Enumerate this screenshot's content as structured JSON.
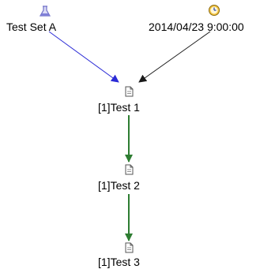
{
  "nodes": {
    "test_set": {
      "label": "Test Set A",
      "icon": "flask-icon"
    },
    "schedule": {
      "label": "2014/04/23 9:00:00",
      "icon": "clock-icon"
    },
    "test1": {
      "label": "[1]Test 1",
      "icon": "document-icon"
    },
    "test2": {
      "label": "[1]Test 2",
      "icon": "document-icon"
    },
    "test3": {
      "label": "[1]Test 3",
      "icon": "document-icon"
    }
  },
  "edges": [
    {
      "from": "test_set",
      "to": "test1",
      "color": "#2b2bd6"
    },
    {
      "from": "schedule",
      "to": "test1",
      "color": "#1a1a1a"
    },
    {
      "from": "test1",
      "to": "test2",
      "color": "#2e7d32"
    },
    {
      "from": "test2",
      "to": "test3",
      "color": "#2e7d32"
    }
  ],
  "colors": {
    "flask": "#6e6ec8",
    "clock_face": "#f4c542",
    "clock_hands": "#3050b0",
    "document": "#555555"
  }
}
